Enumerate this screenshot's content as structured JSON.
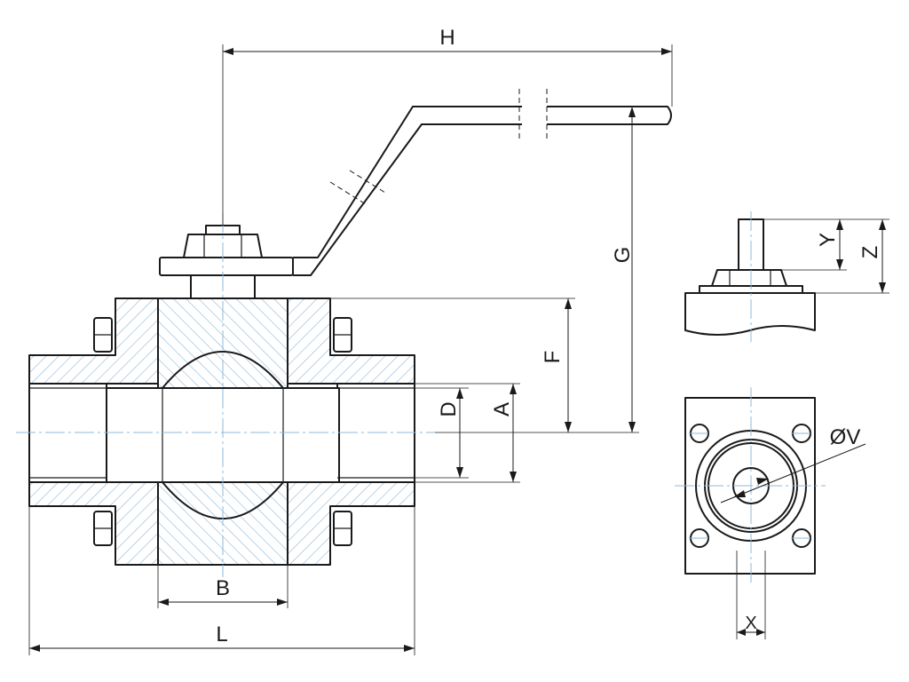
{
  "labels": {
    "H": "H",
    "G": "G",
    "F": "F",
    "D": "D",
    "A": "A",
    "B": "B",
    "L": "L",
    "Y": "Y",
    "Z": "Z",
    "V": "ØV",
    "X": "X"
  },
  "colors": {
    "outline": "#1a1a1a",
    "centerline": "#8fb8d8",
    "hatch": "#8fb8d8"
  }
}
